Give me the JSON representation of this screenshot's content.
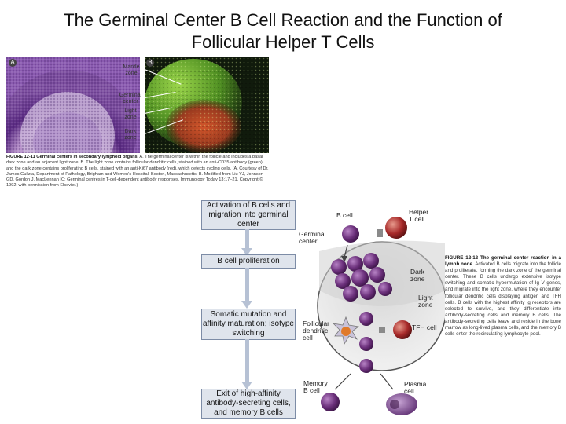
{
  "title": {
    "line1": "The Germinal Center B Cell Reaction and the Function of",
    "line2": "Follicular Helper T Cells"
  },
  "figure_12_11": {
    "panel_a_letter": "A",
    "panel_b_letter": "B",
    "labels": {
      "mantle": "Mantle\nzone",
      "germinal": "Germinal\ncenter",
      "light": "Light\nzone",
      "dark": "Dark\nzone"
    },
    "caption_lead": "FIGURE 12-11 Germinal centers in secondary lymphoid organs.",
    "caption_body": " A. The germinal center is within the follicle and includes a basal dark zone and an adjacent light zone. B. The light zone contains follicular dendritic cells, stained with an anti-CD35 antibody (green), and the dark zone contains proliferating B cells, stained with an anti-Ki67 antibody (red), which detects cycling cells. (A. Courtesy of Dr. James Gulizia, Department of Pathology, Brigham and Women's Hospital, Boston, Massachusetts. B. Modified from Liu YJ, Johnson GD, Gordon J, MacLennan IC: Germinal centres in T-cell-dependent antibody responses. Immunology Today 13:17–21. Copyright © 1992, with permission from Elsevier.)"
  },
  "flow": [
    "Activation of B cells and migration into germinal center",
    "B cell proliferation",
    "Somatic mutation and affinity maturation; isotype switching",
    "Exit of high-affinity antibody-secreting cells, and memory B cells"
  ],
  "diagram_labels": {
    "b_cell": "B cell",
    "helper_t": "Helper\nT cell",
    "germinal_center": "Germinal\ncenter",
    "dark_zone": "Dark\nzone",
    "light_zone": "Light\nzone",
    "tfh_cell": "TFH cell",
    "fdc": "Follicular\ndendritic\ncell",
    "memory_b": "Memory\nB cell",
    "plasma_cell": "Plasma\ncell"
  },
  "figure_12_12": {
    "caption_lead": "FIGURE 12-12 The germinal center reaction in a lymph node.",
    "caption_body": " Activated B cells migrate into the follicle and proliferate, forming the dark zone of the germinal center. These B cells undergo extensive isotype switching and somatic hypermutation of Ig V genes, and migrate into the light zone, where they encounter follicular dendritic cells displaying antigen and TFH cells. B cells with the highest affinity Ig receptors are selected to survive, and they differentiate into antibody-secreting cells and memory B cells. The antibody-secreting cells leave and reside in the bone marrow as long-lived plasma cells, and the memory B cells enter the recirculating lymphocyte pool."
  },
  "colors": {
    "b_cell": "#6a2f7a",
    "t_cell": "#a82a2a",
    "flow_box": "#dfe4ec",
    "arrow": "#b6c1d4"
  }
}
